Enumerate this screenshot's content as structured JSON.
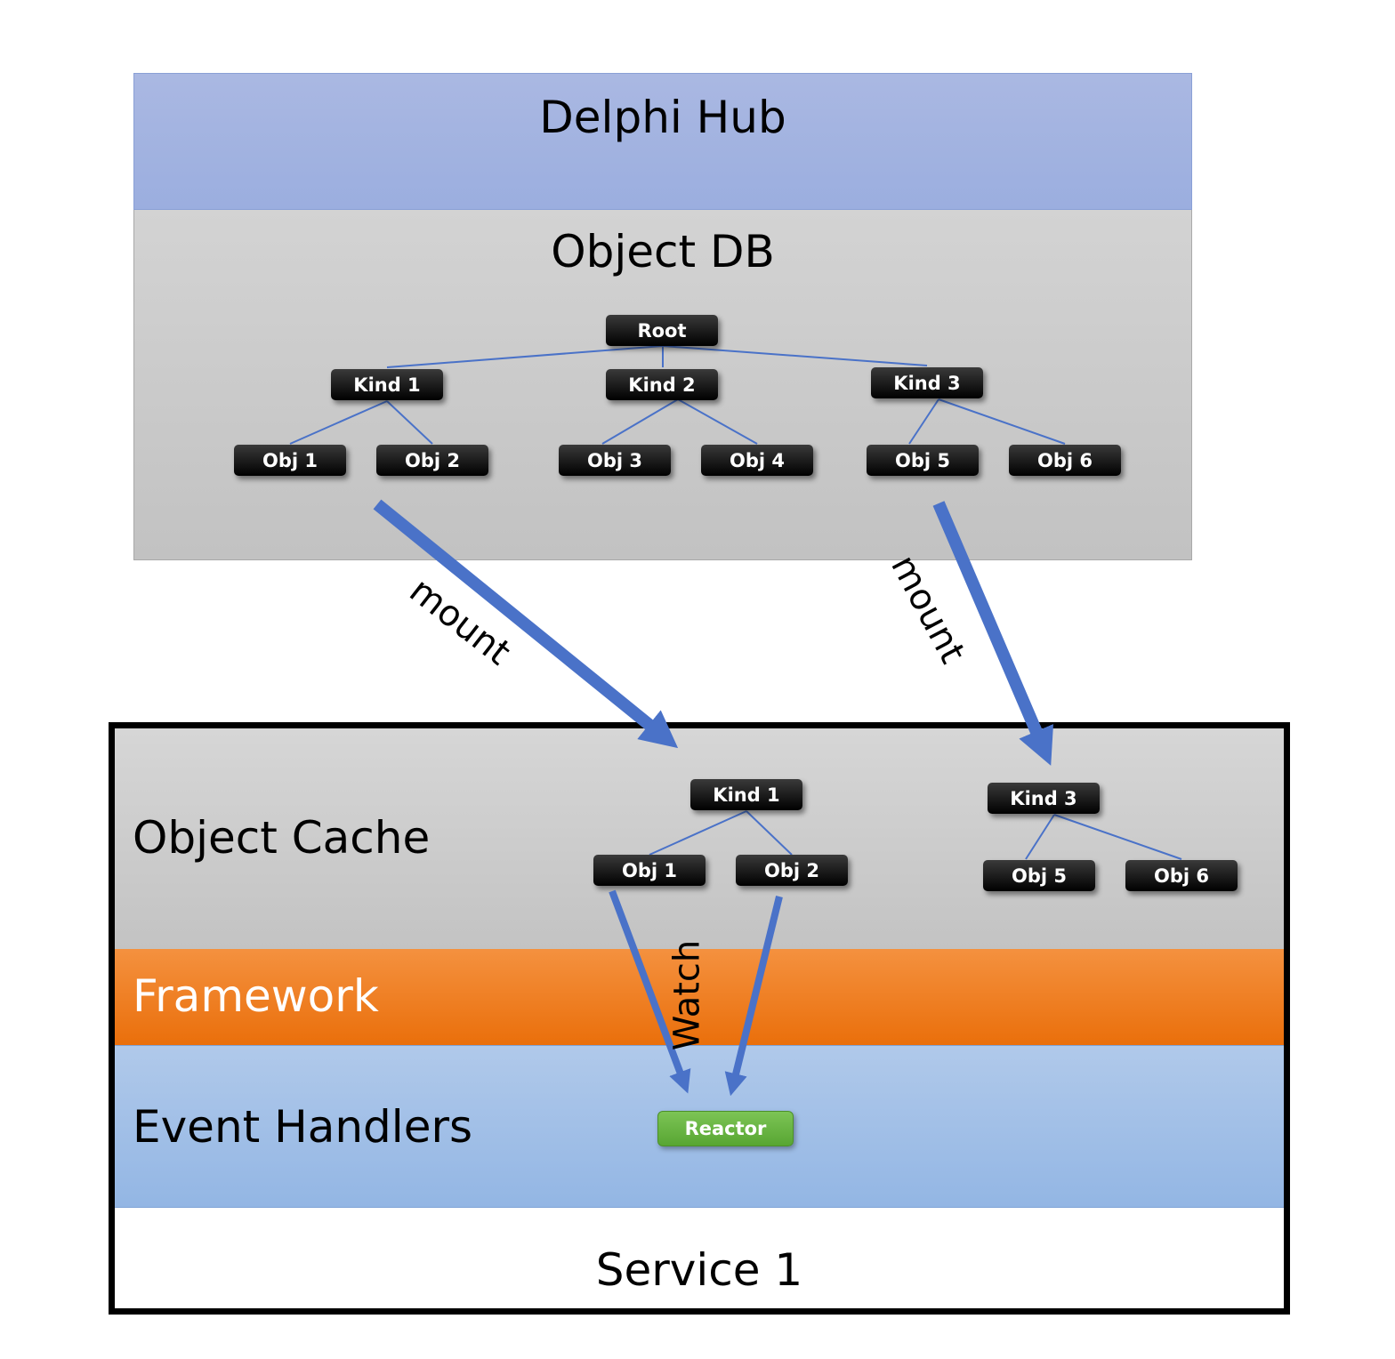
{
  "hub": {
    "title": "Delphi Hub"
  },
  "object_db": {
    "title": "Object DB",
    "root": "Root",
    "kinds": [
      "Kind 1",
      "Kind 2",
      "Kind 3"
    ],
    "objects": [
      "Obj 1",
      "Obj 2",
      "Obj 3",
      "Obj 4",
      "Obj 5",
      "Obj 6"
    ]
  },
  "arrows": {
    "mount_left": "mount",
    "mount_right": "mount",
    "watch": "Watch"
  },
  "service": {
    "title": "Service 1",
    "cache": {
      "label": "Object Cache",
      "kind_left": "Kind 1",
      "obj_1": "Obj 1",
      "obj_2": "Obj 2",
      "kind_right": "Kind 3",
      "obj_5": "Obj 5",
      "obj_6": "Obj 6"
    },
    "framework": {
      "label": "Framework"
    },
    "handlers": {
      "label": "Event Handlers",
      "reactor": "Reactor"
    }
  },
  "colors": {
    "hub_band": "#a4b4e1",
    "object_db_band": "#cbcbcb",
    "framework_band": "#ef7f22",
    "event_handlers_band": "#a3c0e8",
    "arrow": "#4a72c8",
    "tree_line": "#4a72c8",
    "node": "#000000",
    "reactor": "#6bb545"
  }
}
